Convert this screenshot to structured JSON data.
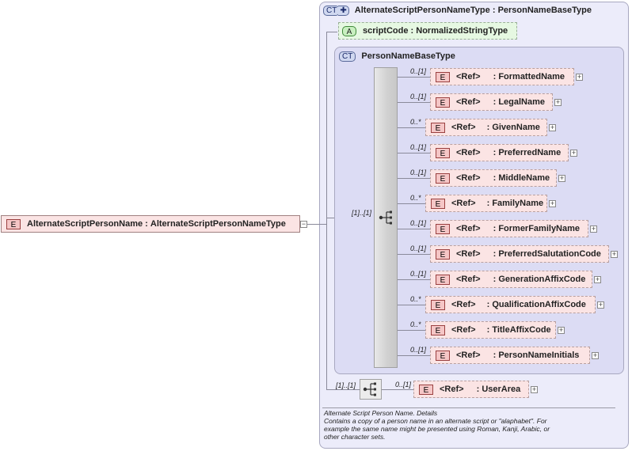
{
  "root": {
    "tag": "E",
    "name": "AlternateScriptPersonName",
    "type": "AlternateScriptPersonNameType",
    "toggle": "−"
  },
  "complexType": {
    "badge": "CT",
    "name": "AlternateScriptPersonNameType",
    "base": "PersonNameBaseType"
  },
  "attribute": {
    "tag": "A",
    "name": "scriptCode",
    "type": "NormalizedStringType"
  },
  "baseType": {
    "badge": "CT",
    "name": "PersonNameBaseType"
  },
  "sequence_cardinality": "[1]..[1]",
  "elements": [
    {
      "card": "0..[1]",
      "tag": "E",
      "ref": "<Ref>",
      "name": "FormattedName",
      "plus": "+"
    },
    {
      "card": "0..[1]",
      "tag": "E",
      "ref": "<Ref>",
      "name": "LegalName",
      "plus": "+"
    },
    {
      "card": "0..*",
      "tag": "E",
      "ref": "<Ref>",
      "name": "GivenName",
      "plus": "+"
    },
    {
      "card": "0..[1]",
      "tag": "E",
      "ref": "<Ref>",
      "name": "PreferredName",
      "plus": "+"
    },
    {
      "card": "0..[1]",
      "tag": "E",
      "ref": "<Ref>",
      "name": "MiddleName",
      "plus": "+"
    },
    {
      "card": "0..*",
      "tag": "E",
      "ref": "<Ref>",
      "name": "FamilyName",
      "plus": "+"
    },
    {
      "card": "0..[1]",
      "tag": "E",
      "ref": "<Ref>",
      "name": "FormerFamilyName",
      "plus": "+"
    },
    {
      "card": "0..[1]",
      "tag": "E",
      "ref": "<Ref>",
      "name": "PreferredSalutationCode",
      "plus": "+"
    },
    {
      "card": "0..[1]",
      "tag": "E",
      "ref": "<Ref>",
      "name": "GenerationAffixCode",
      "plus": "+"
    },
    {
      "card": "0..*",
      "tag": "E",
      "ref": "<Ref>",
      "name": "QualificationAffixCode",
      "plus": "+"
    },
    {
      "card": "0..*",
      "tag": "E",
      "ref": "<Ref>",
      "name": "TitleAffixCode",
      "plus": "+"
    },
    {
      "card": "0..[1]",
      "tag": "E",
      "ref": "<Ref>",
      "name": "PersonNameInitials",
      "plus": "+"
    }
  ],
  "extension": {
    "sequence_cardinality": "[1]..[1]",
    "element": {
      "card": "0..[1]",
      "tag": "E",
      "ref": "<Ref>",
      "name": "UserArea",
      "plus": "+"
    }
  },
  "documentation": {
    "title": "Alternate Script Person Name. Details",
    "lines": [
      "Contains a copy of a person name in an alternate script or \"alaphabet\". For",
      "example the same name might be presented using Roman, Kanji, Arabic, or",
      "other character sets."
    ]
  }
}
